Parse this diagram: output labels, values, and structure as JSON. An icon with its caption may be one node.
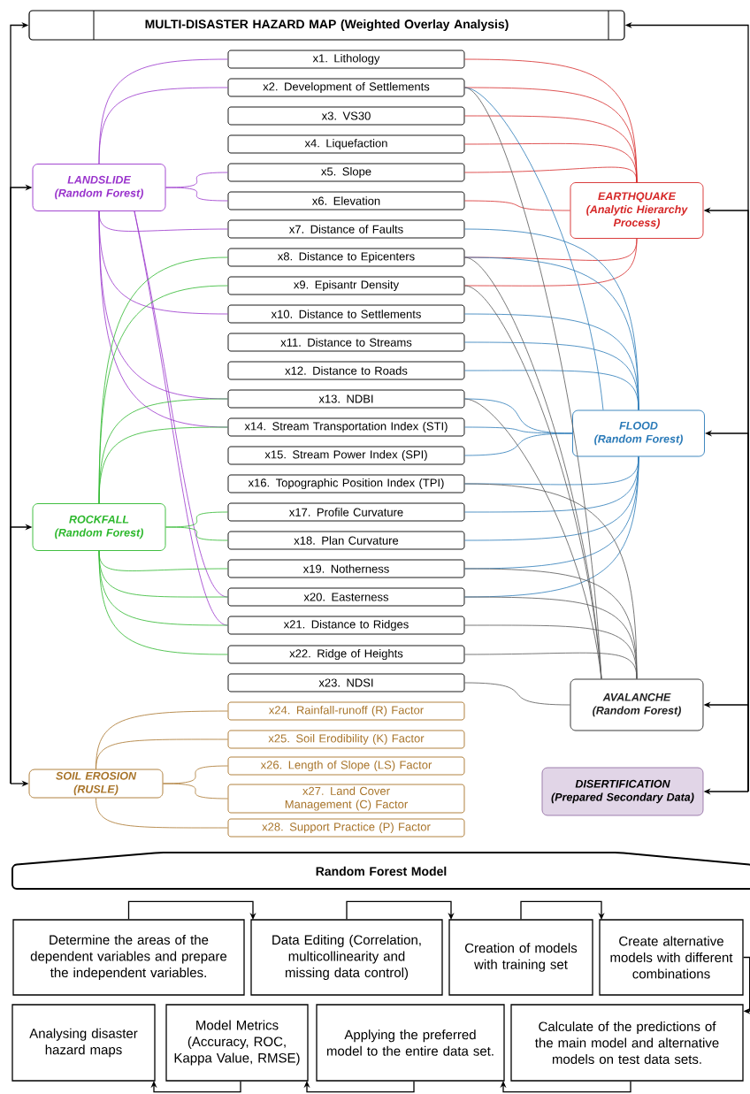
{
  "diagram": {
    "nodes": [
      {
        "text": [
          "MULTI-DISASTER HAZARD MAP (Weighted Overlay Analysis)"
        ]
      },
      {
        "text": [
          "x1. Lithology"
        ]
      },
      {
        "text": [
          "x2. Development of Settlements"
        ]
      },
      {
        "text": [
          "x3. VS30"
        ]
      },
      {
        "text": [
          "x4. Liquefaction"
        ]
      },
      {
        "text": [
          "x5. Slope"
        ]
      },
      {
        "text": [
          "x6. Elevation"
        ]
      },
      {
        "text": [
          "x7. Distance of Faults"
        ]
      },
      {
        "text": [
          "x8. Distance to Epicenters"
        ]
      },
      {
        "text": [
          "x9. Episantr Density"
        ]
      },
      {
        "text": [
          "x10. Distance to Settlements"
        ]
      },
      {
        "text": [
          "x11. Distance to Streams"
        ]
      },
      {
        "text": [
          "x12. Distance to Roads"
        ]
      },
      {
        "text": [
          "x13. NDBI"
        ]
      },
      {
        "text": [
          "x14. Stream Transportation Index (STI)"
        ]
      },
      {
        "text": [
          "x15. Stream Power Index (SPI)"
        ]
      },
      {
        "text": [
          "x16. Topographic Position Index (TPI)"
        ]
      },
      {
        "text": [
          "x17. Profile Curvature"
        ]
      },
      {
        "text": [
          "x18. Plan Curvature"
        ]
      },
      {
        "text": [
          "x19. Notherness"
        ]
      },
      {
        "text": [
          "x20. Easterness"
        ]
      },
      {
        "text": [
          "x21. Distance to Ridges"
        ]
      },
      {
        "text": [
          "x22. Ridge of Heights"
        ]
      },
      {
        "text": [
          "x23. NDSI"
        ]
      },
      {
        "text": [
          "x24. Rainfall-runoff (R) Factor"
        ]
      },
      {
        "text": [
          "x25. Soil Erodibility (K) Factor"
        ]
      },
      {
        "text": [
          "x26. Length of Slope (LS) Factor"
        ]
      },
      {
        "text": [
          "x27. Land Cover Management (C) Factor"
        ]
      },
      {
        "text": [
          "x28. Support Practice (P) Factor"
        ]
      },
      {
        "text": [
          "LANDSLIDE",
          "(Random Forest)"
        ]
      },
      {
        "text": [
          "EARTHQUAKE",
          "(Analytic Hierarchy Process)"
        ]
      },
      {
        "text": [
          "FLOOD",
          "(Random Forest)"
        ]
      },
      {
        "text": [
          "ROCKFALL",
          "(Random Forest)"
        ]
      },
      {
        "text": [
          "AVALANCHE",
          "(Random Forest)"
        ]
      },
      {
        "text": [
          "SOIL EROSION",
          "(RUSLE)"
        ]
      },
      {
        "text": [
          "DISERTIFICATION",
          "(Prepared Secondary Data)"
        ]
      },
      {
        "text": [
          "Random Forest Model"
        ]
      },
      {
        "text": [
          "Determine the areas of the dependent variables and prepare the independent variables."
        ]
      },
      {
        "text": [
          "Data Editing (Correlation, multicollinearity and missing data control)"
        ]
      },
      {
        "text": [
          "Creation of models with training set"
        ]
      },
      {
        "text": [
          "Create alternative models with different combinations"
        ]
      },
      {
        "text": [
          "Analysing disaster hazard maps"
        ]
      },
      {
        "text": [
          "Model Metrics (Accuracy, ROC, Kappa Value, RMSE)"
        ]
      },
      {
        "text": [
          "Applying the preferred model to the entire data set."
        ]
      },
      {
        "text": [
          "Calculate of the predictions of the main model and alternative models on test data sets."
        ]
      }
    ],
    "edges": [
      {
        "from": 29,
        "to": 1,
        "arrow": "none",
        "color": "#9933cc"
      },
      {
        "from": 29,
        "to": 2,
        "arrow": "none",
        "color": "#9933cc"
      },
      {
        "from": 29,
        "to": 5,
        "arrow": "none",
        "color": "#9933cc"
      },
      {
        "from": 29,
        "to": 6,
        "arrow": "none",
        "color": "#9933cc"
      },
      {
        "from": 29,
        "to": 7,
        "arrow": "none",
        "color": "#9933cc"
      },
      {
        "from": 29,
        "to": 10,
        "arrow": "none",
        "color": "#9933cc"
      },
      {
        "from": 29,
        "to": 13,
        "arrow": "none",
        "color": "#9933cc"
      },
      {
        "from": 29,
        "to": 14,
        "arrow": "none",
        "color": "#9933cc"
      },
      {
        "from": 29,
        "to": 20,
        "arrow": "none",
        "color": "#9933cc"
      },
      {
        "from": 29,
        "to": 21,
        "arrow": "none",
        "color": "#9933cc"
      },
      {
        "from": 30,
        "to": 1,
        "arrow": "none",
        "color": "#d62828"
      },
      {
        "from": 30,
        "to": 2,
        "arrow": "none",
        "color": "#d62828"
      },
      {
        "from": 30,
        "to": 3,
        "arrow": "none",
        "color": "#d62828"
      },
      {
        "from": 30,
        "to": 4,
        "arrow": "none",
        "color": "#d62828"
      },
      {
        "from": 30,
        "to": 5,
        "arrow": "none",
        "color": "#d62828"
      },
      {
        "from": 30,
        "to": 6,
        "arrow": "none",
        "color": "#d62828"
      },
      {
        "from": 30,
        "to": 8,
        "arrow": "none",
        "color": "#d62828"
      },
      {
        "from": 30,
        "to": 9,
        "arrow": "none",
        "color": "#d62828"
      },
      {
        "from": 31,
        "to": 2,
        "arrow": "none",
        "color": "#2a7ab8"
      },
      {
        "from": 31,
        "to": 7,
        "arrow": "none",
        "color": "#2a7ab8"
      },
      {
        "from": 31,
        "to": 8,
        "arrow": "none",
        "color": "#2a7ab8"
      },
      {
        "from": 31,
        "to": 10,
        "arrow": "none",
        "color": "#2a7ab8"
      },
      {
        "from": 31,
        "to": 11,
        "arrow": "none",
        "color": "#2a7ab8"
      },
      {
        "from": 31,
        "to": 12,
        "arrow": "none",
        "color": "#2a7ab8"
      },
      {
        "from": 31,
        "to": 13,
        "arrow": "none",
        "color": "#2a7ab8"
      },
      {
        "from": 31,
        "to": 14,
        "arrow": "none",
        "color": "#2a7ab8"
      },
      {
        "from": 31,
        "to": 15,
        "arrow": "none",
        "color": "#2a7ab8"
      },
      {
        "from": 31,
        "to": 16,
        "arrow": "none",
        "color": "#2a7ab8"
      },
      {
        "from": 31,
        "to": 17,
        "arrow": "none",
        "color": "#2a7ab8"
      },
      {
        "from": 31,
        "to": 18,
        "arrow": "none",
        "color": "#2a7ab8"
      },
      {
        "from": 31,
        "to": 19,
        "arrow": "none",
        "color": "#2a7ab8"
      },
      {
        "from": 31,
        "to": 20,
        "arrow": "none",
        "color": "#2a7ab8"
      },
      {
        "from": 32,
        "to": 8,
        "arrow": "none",
        "color": "#2db82d"
      },
      {
        "from": 32,
        "to": 9,
        "arrow": "none",
        "color": "#2db82d"
      },
      {
        "from": 32,
        "to": 13,
        "arrow": "none",
        "color": "#2db82d"
      },
      {
        "from": 32,
        "to": 14,
        "arrow": "none",
        "color": "#2db82d"
      },
      {
        "from": 32,
        "to": 17,
        "arrow": "none",
        "color": "#2db82d"
      },
      {
        "from": 32,
        "to": 18,
        "arrow": "none",
        "color": "#2db82d"
      },
      {
        "from": 32,
        "to": 19,
        "arrow": "none",
        "color": "#2db82d"
      },
      {
        "from": 32,
        "to": 20,
        "arrow": "none",
        "color": "#2db82d"
      },
      {
        "from": 32,
        "to": 21,
        "arrow": "none",
        "color": "#2db82d"
      },
      {
        "from": 32,
        "to": 22,
        "arrow": "none",
        "color": "#2db82d"
      },
      {
        "from": 33,
        "to": 2,
        "arrow": "none",
        "color": "#555555"
      },
      {
        "from": 33,
        "to": 8,
        "arrow": "none",
        "color": "#555555"
      },
      {
        "from": 33,
        "to": 9,
        "arrow": "none",
        "color": "#555555"
      },
      {
        "from": 33,
        "to": 13,
        "arrow": "none",
        "color": "#555555"
      },
      {
        "from": 33,
        "to": 16,
        "arrow": "none",
        "color": "#555555"
      },
      {
        "from": 33,
        "to": 19,
        "arrow": "none",
        "color": "#555555"
      },
      {
        "from": 33,
        "to": 20,
        "arrow": "none",
        "color": "#555555"
      },
      {
        "from": 33,
        "to": 21,
        "arrow": "none",
        "color": "#555555"
      },
      {
        "from": 33,
        "to": 22,
        "arrow": "none",
        "color": "#555555"
      },
      {
        "from": 33,
        "to": 23,
        "arrow": "none",
        "color": "#555555"
      },
      {
        "from": 34,
        "to": 24,
        "arrow": "none",
        "color": "#a8742a"
      },
      {
        "from": 34,
        "to": 25,
        "arrow": "none",
        "color": "#a8742a"
      },
      {
        "from": 34,
        "to": 26,
        "arrow": "none",
        "color": "#a8742a"
      },
      {
        "from": 34,
        "to": 27,
        "arrow": "none",
        "color": "#a8742a"
      },
      {
        "from": 34,
        "to": 28,
        "arrow": "none",
        "color": "#a8742a"
      },
      {
        "from": null,
        "to": 0,
        "arrow": "to"
      },
      {
        "from": null,
        "to": 29,
        "arrow": "to"
      },
      {
        "from": null,
        "to": 32,
        "arrow": "to"
      },
      {
        "from": null,
        "to": 34,
        "arrow": "to"
      },
      {
        "from": null,
        "to": 0,
        "arrow": "to"
      },
      {
        "from": null,
        "to": 30,
        "arrow": "to"
      },
      {
        "from": null,
        "to": 31,
        "arrow": "to"
      },
      {
        "from": null,
        "to": 33,
        "arrow": "to"
      },
      {
        "from": null,
        "to": 35,
        "arrow": "to"
      },
      {
        "from": 37,
        "to": 38,
        "arrow": "to"
      },
      {
        "from": 38,
        "to": 39,
        "arrow": "to"
      },
      {
        "from": 39,
        "to": 40,
        "arrow": "to"
      },
      {
        "from": 40,
        "to": 44,
        "arrow": "to"
      },
      {
        "from": 44,
        "to": 43,
        "arrow": "to"
      },
      {
        "from": 43,
        "to": 42,
        "arrow": "to"
      },
      {
        "from": 42,
        "to": 41,
        "arrow": "to"
      }
    ]
  }
}
